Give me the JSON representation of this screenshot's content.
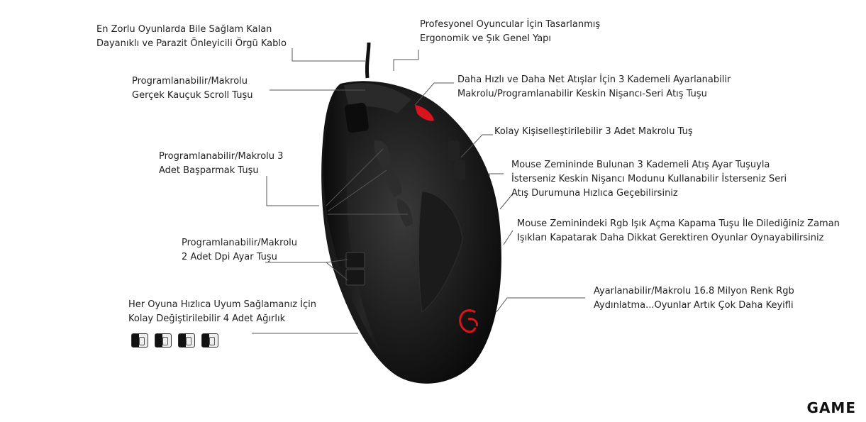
{
  "labels": {
    "cable": [
      "En Zorlu Oyunlarda Bile Sağlam Kalan",
      "Dayanıklı ve Parazit Önleyicili Örgü Kablo"
    ],
    "ergo": [
      "Profesyonel Oyuncular İçin Tasarlanmış",
      "Ergonomik ve Şık Genel Yapı"
    ],
    "scroll": [
      "Programlanabilir/Makrolu",
      "Gerçek Kauçuk  Scroll Tuşu"
    ],
    "sniper": [
      "Daha Hızlı ve Daha Net Atışlar İçin 3 Kademeli Ayarlanabilir",
      "Makrolu/Programlanabilir Keskin Nişancı-Seri Atış Tuşu"
    ],
    "macro": [
      "Kolay Kişiselleştirilebilir 3 Adet Makrolu Tuş"
    ],
    "thumb": [
      "Programlanabilir/Makrolu 3",
      "Adet Başparmak Tuşu"
    ],
    "fire": [
      "Mouse Zemininde Bulunan 3 Kademeli Atış Ayar Tuşuyla",
      "İsterseniz Keskin Nişancı Modunu Kullanabilir İsterseniz Seri",
      "Atış Durumuna Hızlıca Geçebilirsiniz"
    ],
    "rgbtoggle": [
      "Mouse Zeminindeki Rgb Işık Açma Kapama Tuşu İle Dilediğiniz Zaman",
      "Işıkları Kapatarak Daha Dikkat Gerektiren Oyunlar Oynayabilirsiniz"
    ],
    "dpi": [
      "Programlanabilir/Makrolu",
      "2 Adet Dpi Ayar Tuşu"
    ],
    "rgb": [
      "Ayarlanabilir/Makrolu 16.8 Milyon Renk Rgb",
      "Aydınlatma...Oyunlar Artık Çok Daha Keyifli"
    ],
    "weight": [
      "Her Oyuna Hızlıca Uyum Sağlamanız İçin",
      "Kolay Değiştirilebilir 4 Adet Ağırlık"
    ]
  },
  "brand": "GAME",
  "colors": {
    "accent": "#d8141c",
    "mouse_body": "#161616",
    "line": "#555555"
  }
}
